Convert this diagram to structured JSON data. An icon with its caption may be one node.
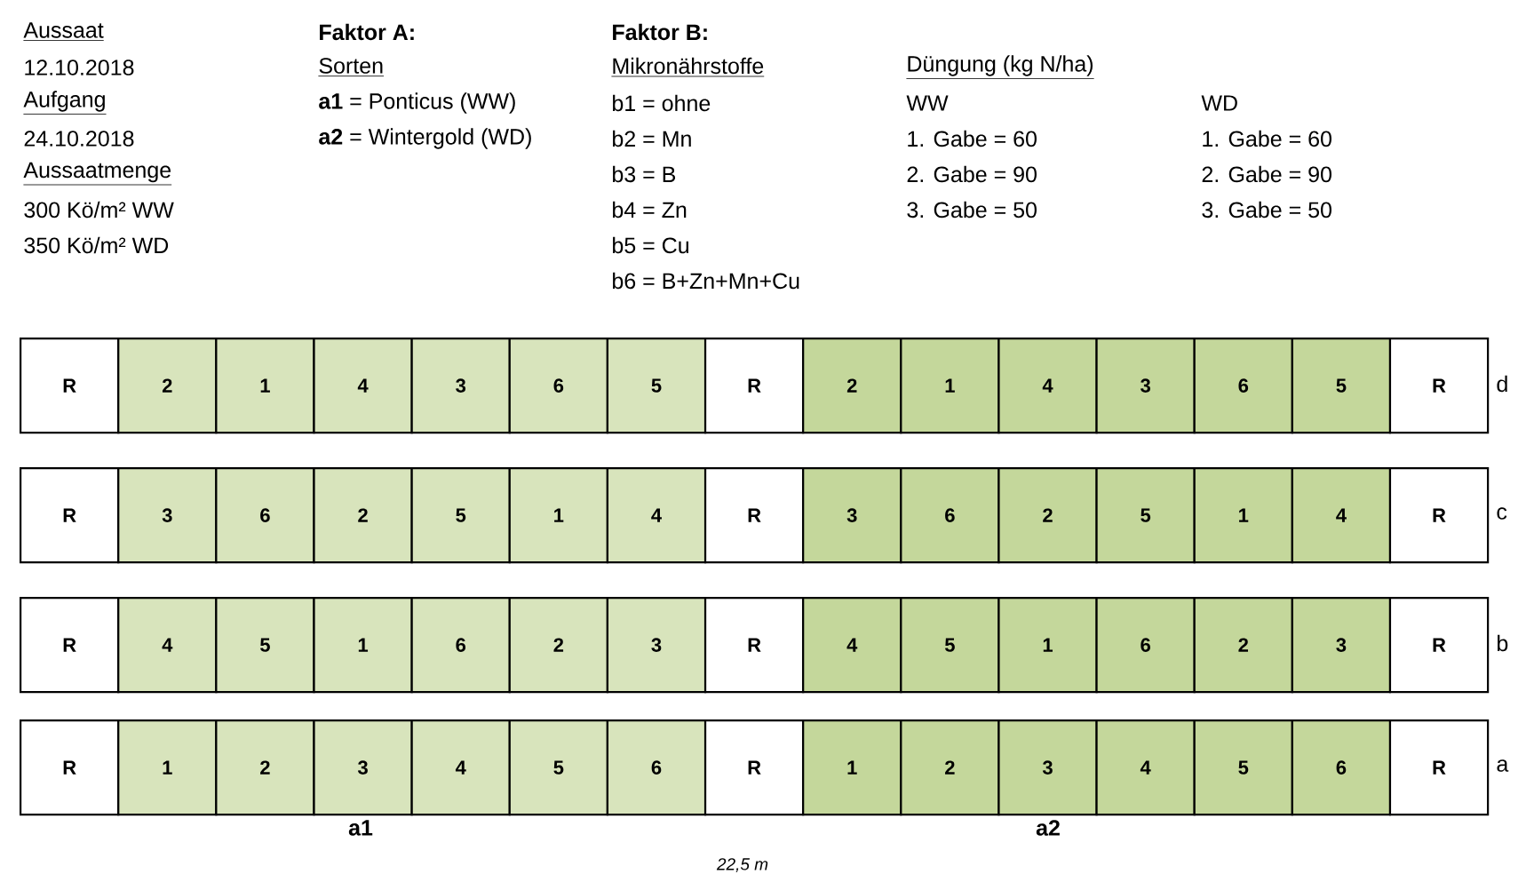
{
  "diagram": {
    "nodes": [
      {
        "text": [
          "R"
        ]
      },
      {
        "text": [
          "2"
        ]
      },
      {
        "text": [
          "1"
        ]
      },
      {
        "text": [
          "4"
        ]
      },
      {
        "text": [
          "3"
        ]
      },
      {
        "text": [
          "6"
        ]
      },
      {
        "text": [
          "5"
        ]
      },
      {
        "text": [
          "R"
        ]
      },
      {
        "text": [
          "2"
        ]
      },
      {
        "text": [
          "1"
        ]
      },
      {
        "text": [
          "4"
        ]
      },
      {
        "text": [
          "3"
        ]
      },
      {
        "text": [
          "6"
        ]
      },
      {
        "text": [
          "5"
        ]
      },
      {
        "text": [
          "R"
        ]
      },
      {
        "text": [
          "R"
        ]
      },
      {
        "text": [
          "3"
        ]
      },
      {
        "text": [
          "6"
        ]
      },
      {
        "text": [
          "2"
        ]
      },
      {
        "text": [
          "5"
        ]
      },
      {
        "text": [
          "1"
        ]
      },
      {
        "text": [
          "4"
        ]
      },
      {
        "text": [
          "R"
        ]
      },
      {
        "text": [
          "3"
        ]
      },
      {
        "text": [
          "6"
        ]
      },
      {
        "text": [
          "2"
        ]
      },
      {
        "text": [
          "5"
        ]
      },
      {
        "text": [
          "1"
        ]
      },
      {
        "text": [
          "4"
        ]
      },
      {
        "text": [
          "R"
        ]
      },
      {
        "text": [
          "R"
        ]
      },
      {
        "text": [
          "4"
        ]
      },
      {
        "text": [
          "5"
        ]
      },
      {
        "text": [
          "1"
        ]
      },
      {
        "text": [
          "6"
        ]
      },
      {
        "text": [
          "2"
        ]
      },
      {
        "text": [
          "3"
        ]
      },
      {
        "text": [
          "R"
        ]
      },
      {
        "text": [
          "4"
        ]
      },
      {
        "text": [
          "5"
        ]
      },
      {
        "text": [
          "1"
        ]
      },
      {
        "text": [
          "6"
        ]
      },
      {
        "text": [
          "2"
        ]
      },
      {
        "text": [
          "3"
        ]
      },
      {
        "text": [
          "R"
        ]
      },
      {
        "text": [
          "R"
        ]
      },
      {
        "text": [
          "1"
        ]
      },
      {
        "text": [
          "2"
        ]
      },
      {
        "text": [
          "3"
        ]
      },
      {
        "text": [
          "4"
        ]
      },
      {
        "text": [
          "5"
        ]
      },
      {
        "text": [
          "6"
        ]
      },
      {
        "text": [
          "R"
        ]
      },
      {
        "text": [
          "1"
        ]
      },
      {
        "text": [
          "2"
        ]
      },
      {
        "text": [
          "3"
        ]
      },
      {
        "text": [
          "4"
        ]
      },
      {
        "text": [
          "5"
        ]
      },
      {
        "text": [
          "6"
        ]
      },
      {
        "text": [
          "R"
        ]
      }
    ],
    "labels": [
      "Aussaat",
      "12.10.2018",
      "Aufgang",
      "24.10.2018",
      "Aussaatmenge",
      "300 Kö/m² WW",
      "350 Kö/m² WD",
      "Faktor A:",
      "Sorten",
      "**a1** = Ponticus (WW)",
      "**a2** = Wintergold (WD)",
      "Faktor B:",
      "Mikronährstoffe",
      "b1 = ohne",
      "b2 = Mn",
      "b3 = B",
      "b4 = Zn",
      "b5 = Cu",
      "b6 = B+Zn+Mn+Cu",
      "Düngung (kg N/ha)",
      "WW",
      "1. Gabe = 60",
      "2. Gabe = 90",
      "3. Gabe = 50",
      "WD",
      "1. Gabe = 60",
      "2. Gabe = 90",
      "3. Gabe = 50",
      "d",
      "c",
      "b",
      "a",
      "a1",
      "a2",
      "22,5 m"
    ]
  }
}
